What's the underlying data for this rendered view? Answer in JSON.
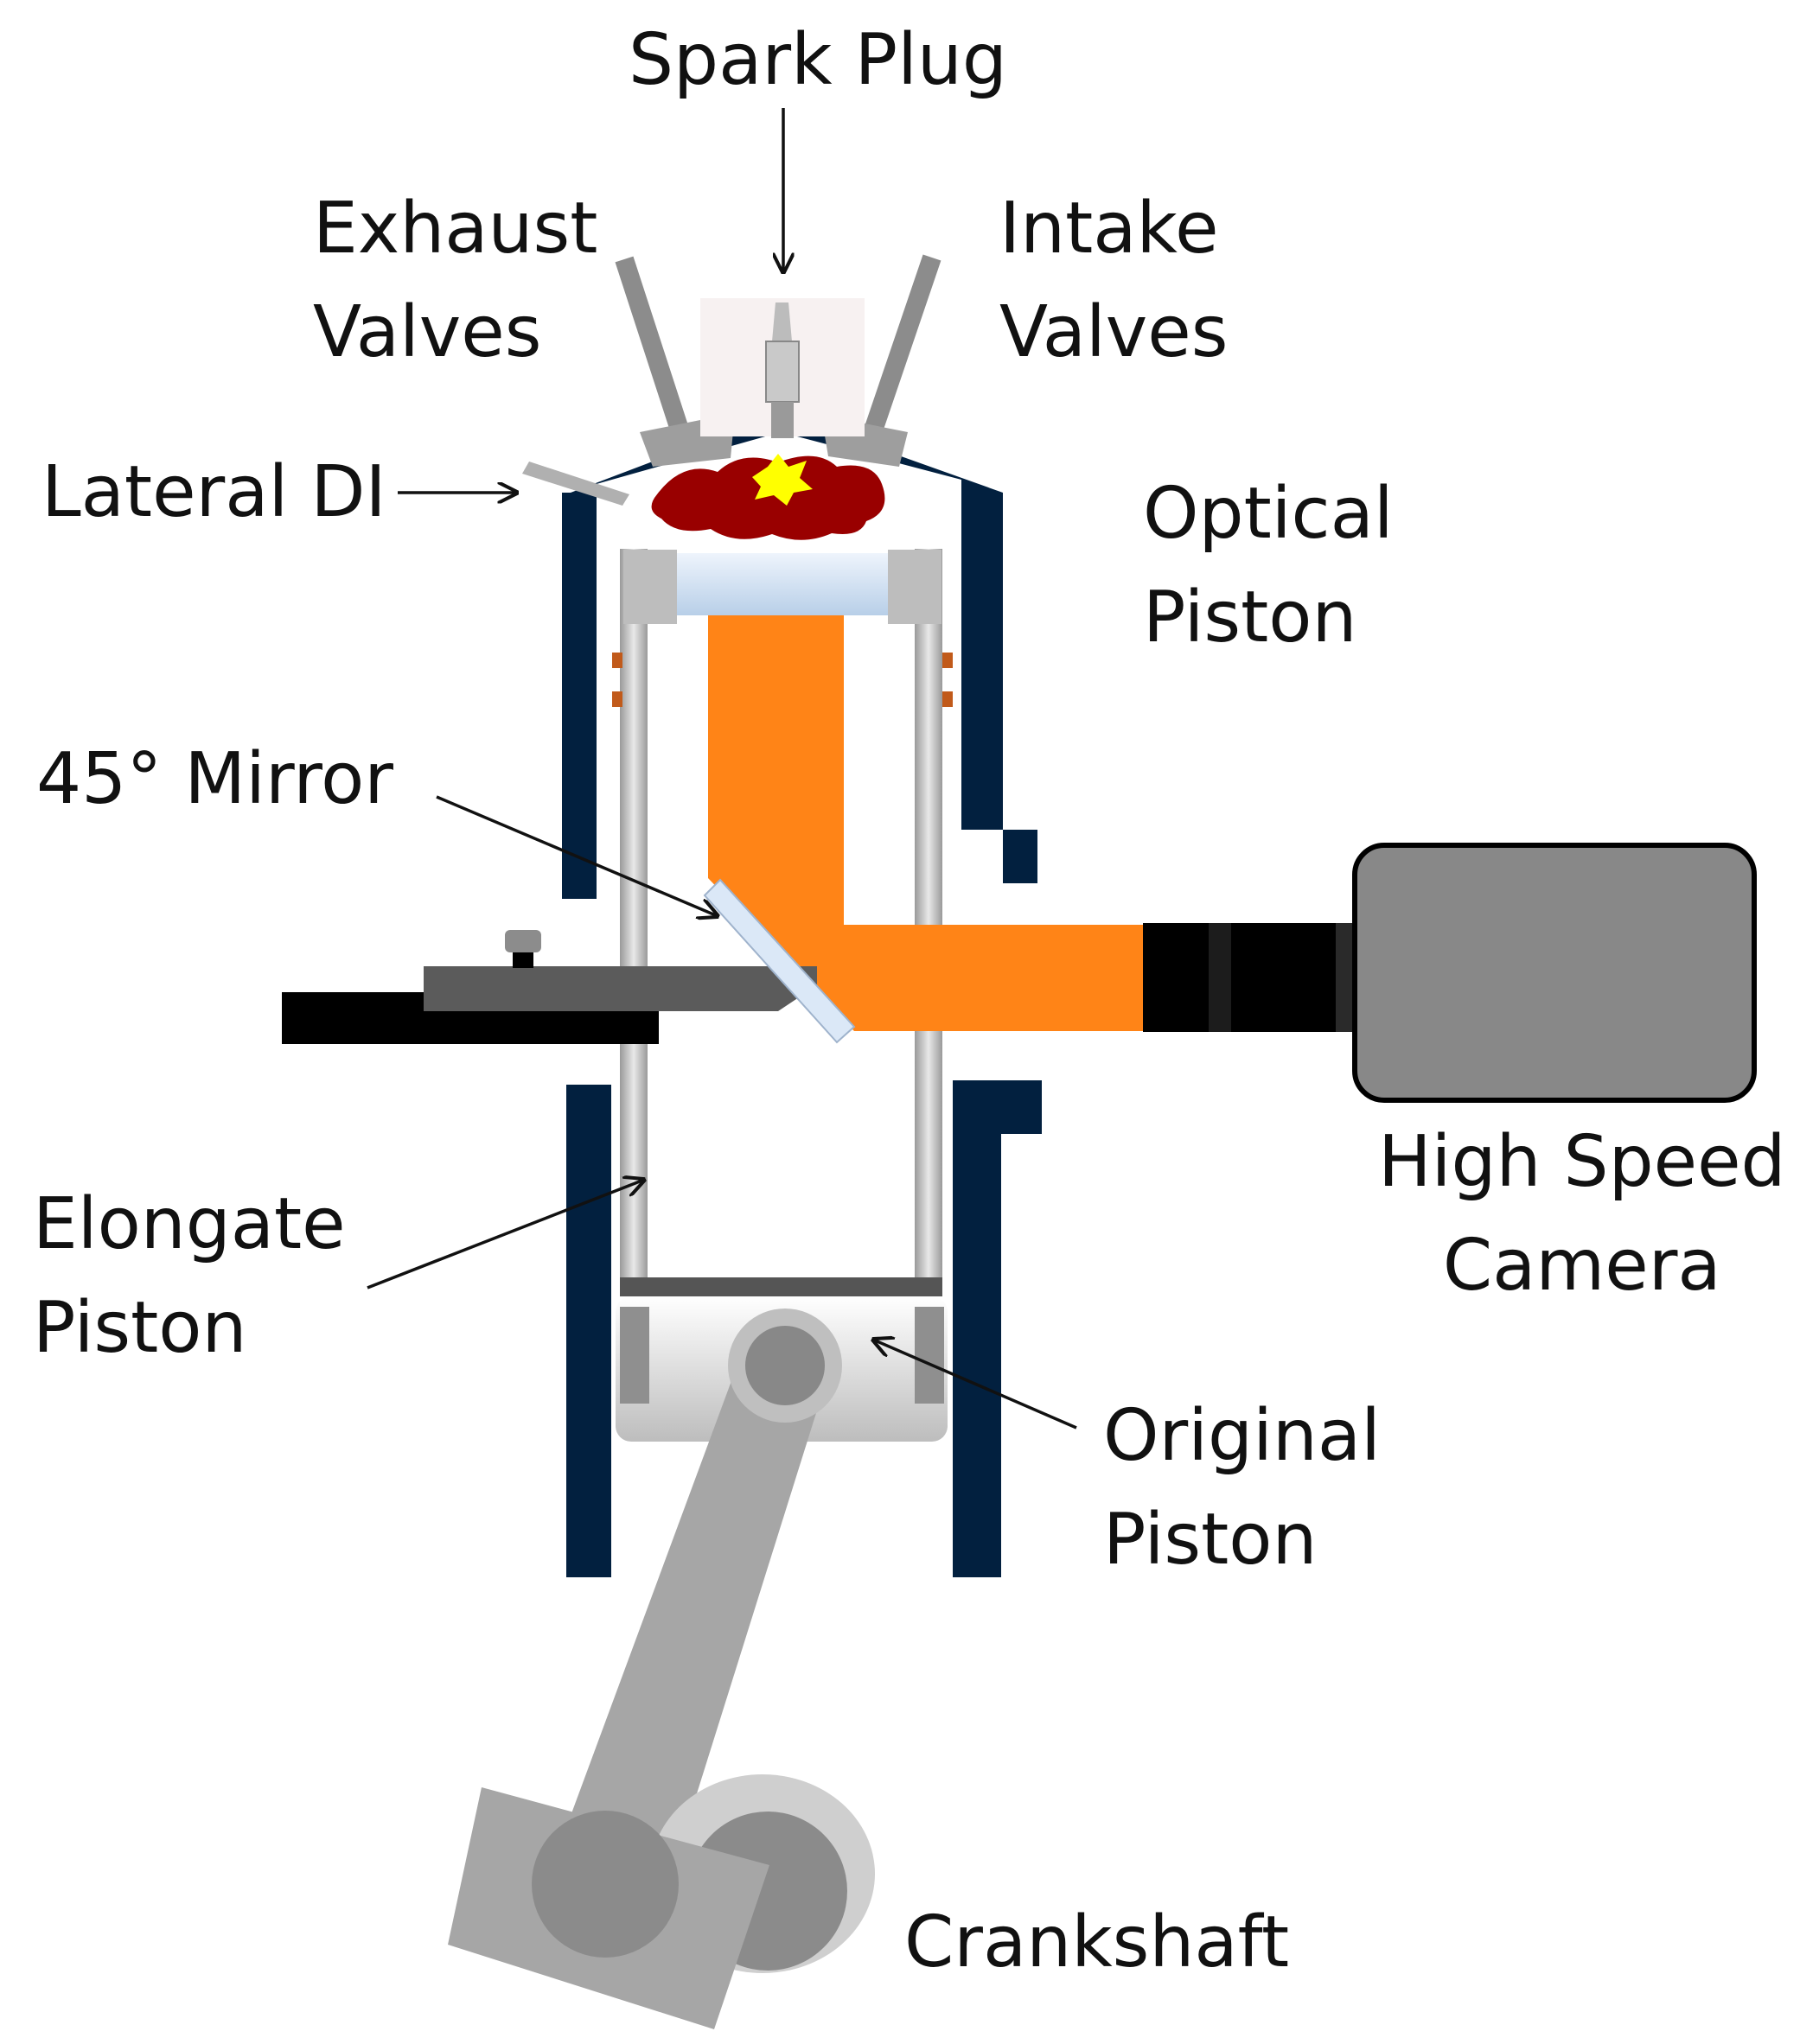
{
  "labels": {
    "spark_plug": "Spark Plug",
    "exhaust_valves": [
      "Exhaust",
      "Valves"
    ],
    "intake_valves": [
      "Intake",
      "Valves"
    ],
    "lateral_di": "Lateral DI",
    "optical_piston": [
      "Optical",
      "Piston"
    ],
    "mirror_45": "45° Mirror",
    "high_speed_camera": [
      "High Speed",
      "Camera"
    ],
    "elongate_piston": [
      "Elongate",
      "Piston"
    ],
    "original_piston": [
      "Original",
      "Piston"
    ],
    "crankshaft": "Crankshaft"
  },
  "colors": {
    "cylinder_wall": "#02203f",
    "light_path": "#ff8417",
    "flame": "#990000",
    "flame_core": "#ffff00",
    "piston_metal": "#aaaaaa",
    "camera_body": "#888888",
    "window_glass": "#dbe8f7",
    "arrow": "#111111"
  }
}
